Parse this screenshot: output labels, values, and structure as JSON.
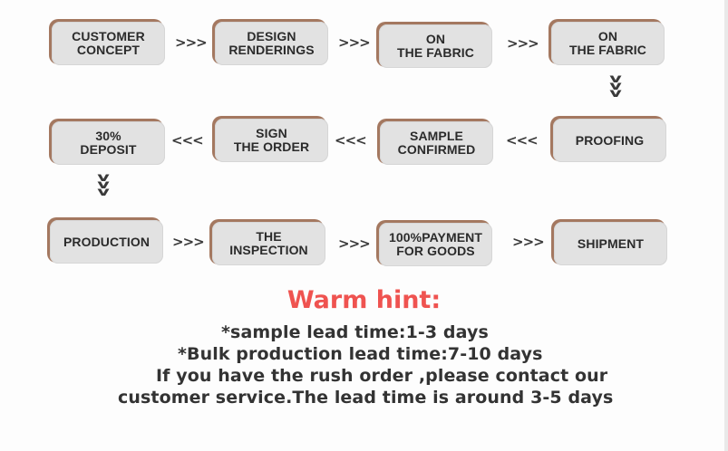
{
  "steps": [
    {
      "label": "CUSTOMER\nCONCEPT"
    },
    {
      "label": "DESIGN\nRENDERINGS"
    },
    {
      "label": "ON\nTHE FABRIC"
    },
    {
      "label": "ON\nTHE FABRIC"
    },
    {
      "label": "PROOFING"
    },
    {
      "label": "SAMPLE\nCONFIRMED"
    },
    {
      "label": "SIGN\nTHE ORDER"
    },
    {
      "label": "30%\nDEPOSIT"
    },
    {
      "label": "PRODUCTION"
    },
    {
      "label": "THE\nINSPECTION"
    },
    {
      "label": "100%PAYMENT\nFOR GOODS"
    },
    {
      "label": "SHIPMENT"
    }
  ],
  "arrows": {
    "right": ">>>",
    "left": "<<<",
    "down": "v"
  },
  "colors": {
    "card_fill": "#e2e2e2",
    "card_shadow": "#a47860",
    "hint_title": "#ef5350",
    "text": "#333333"
  },
  "hint": {
    "title": "Warm hint:",
    "lines": [
      "*sample lead time:1-3 days",
      "*Bulk production lead time:7-10 days",
      "If you have the rush order ,please contact our",
      "customer service.The lead time is around 3-5 days"
    ]
  }
}
